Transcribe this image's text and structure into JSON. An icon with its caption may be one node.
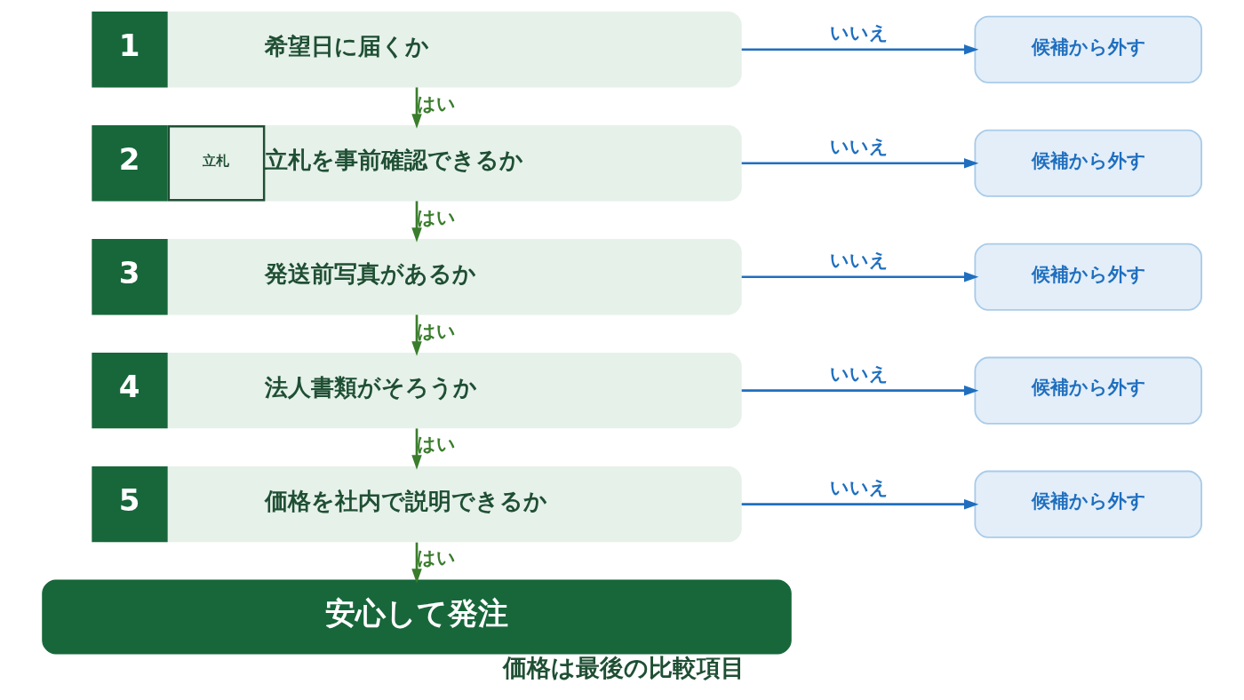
{
  "diagram": {
    "caption": "価格は最後の比較項目",
    "nodes": [
      {
        "text": [
          "1",
          "希望日に届くか"
        ]
      },
      {
        "text": [
          "候補から外す"
        ]
      },
      {
        "text": [
          "2",
          "立札",
          "立札を事前確認できるか"
        ]
      },
      {
        "text": [
          "候補から外す"
        ]
      },
      {
        "text": [
          "3",
          "発送前写真があるか"
        ]
      },
      {
        "text": [
          "候補から外す"
        ]
      },
      {
        "text": [
          "4",
          "法人書類がそろうか"
        ]
      },
      {
        "text": [
          "候補から外す"
        ]
      },
      {
        "text": [
          "5",
          "価格を社内で説明できるか"
        ]
      },
      {
        "text": [
          "候補から外す"
        ]
      },
      {
        "text": [
          "安心して発注"
        ]
      }
    ],
    "edges": [
      {
        "from": 0,
        "to": 1,
        "arrow": "to",
        "label": "いいえ",
        "color": "#1f6fbf"
      },
      {
        "from": 0,
        "to": 2,
        "arrow": "to",
        "label": "はい",
        "color": "#3a7d2c"
      },
      {
        "from": 2,
        "to": 3,
        "arrow": "to",
        "label": "いいえ",
        "color": "#1f6fbf"
      },
      {
        "from": 2,
        "to": 4,
        "arrow": "to",
        "label": "はい",
        "color": "#3a7d2c"
      },
      {
        "from": 4,
        "to": 5,
        "arrow": "to",
        "label": "いいえ",
        "color": "#1f6fbf"
      },
      {
        "from": 4,
        "to": 6,
        "arrow": "to",
        "label": "はい",
        "color": "#3a7d2c"
      },
      {
        "from": 6,
        "to": 7,
        "arrow": "to",
        "label": "いいえ",
        "color": "#1f6fbf"
      },
      {
        "from": 6,
        "to": 8,
        "arrow": "to",
        "label": "はい",
        "color": "#3a7d2c"
      },
      {
        "from": 8,
        "to": 9,
        "arrow": "to",
        "label": "いいえ",
        "color": "#1f6fbf"
      },
      {
        "from": 8,
        "to": 10,
        "arrow": "to",
        "label": "はい",
        "color": "#3a7d2c"
      }
    ]
  }
}
